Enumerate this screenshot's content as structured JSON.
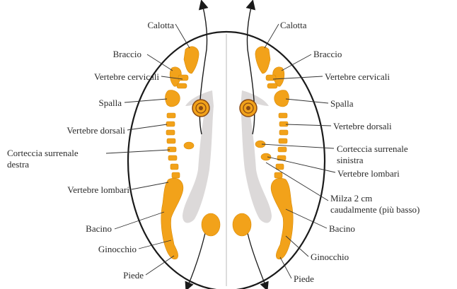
{
  "colors": {
    "bone": "#f2a21a",
    "bone_edge": "#d98a05",
    "outline": "#1a1a1a",
    "shadow": "#d9d6d6",
    "leader": "#333333",
    "target_ring": "#8a4a12"
  },
  "labels": {
    "left": [
      "Calotta",
      "Braccio",
      "Vertebre cervicali",
      "Spalla",
      "Vertebre dorsali",
      "Corteccia surrenale",
      "destra",
      "Vertebre lombari",
      "Bacino",
      "Ginocchio",
      "Piede"
    ],
    "right": [
      "Calotta",
      "Braccio",
      "Vertebre cervicali",
      "Spalla",
      "Vertebre dorsali",
      "Corteccia surrenale",
      "sinistra",
      "Vertebre lombari",
      "Milza 2 cm",
      "caudalmente (più basso)",
      "Bacino",
      "Ginocchio",
      "Piede"
    ]
  }
}
